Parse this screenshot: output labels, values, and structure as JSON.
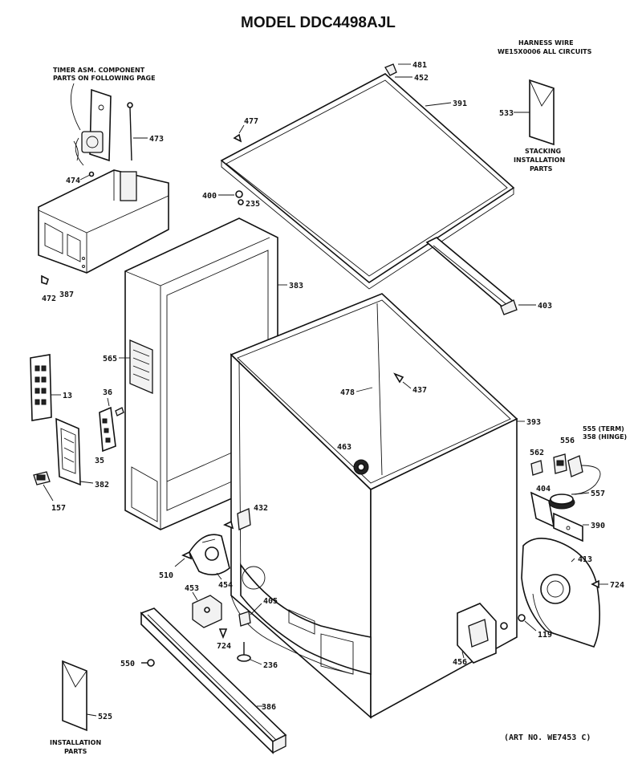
{
  "title": "MODEL DDC4498AJL",
  "notes": {
    "timer_line1": "TIMER ASM. COMPONENT",
    "timer_line2": "PARTS ON FOLLOWING PAGE",
    "harness_line1": "HARNESS WIRE",
    "harness_line2": "WE15X0006 ALL CIRCUITS",
    "stacking_line1": "STACKING",
    "stacking_line2": "INSTALLATION",
    "stacking_line3": "PARTS",
    "install_line1": "INSTALLATION",
    "install_line2": "PARTS",
    "term_label": "555 (TERM)",
    "hinge_label": "358 (HINGE)",
    "art_no": "(ART NO. WE7453 C)"
  },
  "parts": {
    "p481": "481",
    "p452": "452",
    "p391": "391",
    "p477": "477",
    "p533": "533",
    "p473": "473",
    "p474": "474",
    "p400": "400",
    "p235": "235",
    "p472": "472",
    "p387": "387",
    "p383": "383",
    "p403": "403",
    "p565": "565",
    "p13": "13",
    "p36": "36",
    "p35": "35",
    "p382": "382",
    "p157": "157",
    "p478": "478",
    "p437": "437",
    "p393": "393",
    "p463": "463",
    "p562": "562",
    "p556": "556",
    "p404": "404",
    "p557": "557",
    "p390": "390",
    "p432": "432",
    "p510": "510",
    "p454": "454",
    "p413": "413",
    "p724a": "724",
    "p453": "453",
    "p405": "405",
    "p724b": "724",
    "p119": "119",
    "p550": "550",
    "p236": "236",
    "p456": "456",
    "p525": "525",
    "p386": "386"
  }
}
